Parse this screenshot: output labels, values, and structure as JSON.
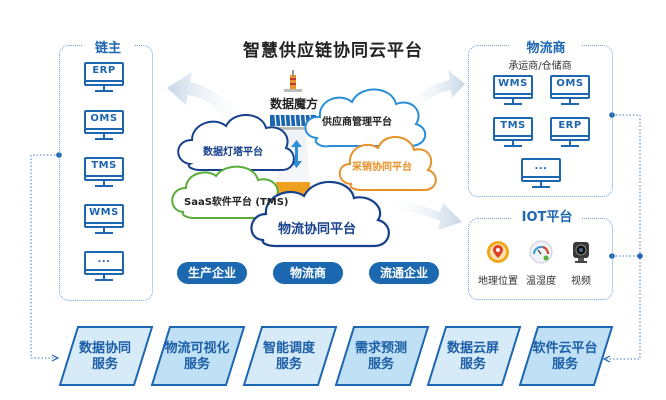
{
  "title": "智慧供应链协同云平台",
  "chain_owner": {
    "label": "链主",
    "systems": [
      "ERP",
      "OMS",
      "TMS",
      "WMS",
      "..."
    ]
  },
  "logistics_provider": {
    "label": "物流商",
    "sublabel": "承运商/仓储商",
    "systems": [
      "WMS",
      "OMS",
      "TMS",
      "ERP",
      "..."
    ]
  },
  "iot_platform": {
    "label": "IOT平台",
    "items": [
      {
        "label": "地理位置",
        "icon": "location-pin-icon"
      },
      {
        "label": "温湿度",
        "icon": "thermometer-gauge-icon"
      },
      {
        "label": "视频",
        "icon": "camera-icon"
      }
    ]
  },
  "center": {
    "tower_label": "数据魔方",
    "clouds": {
      "supplier": "供应商管理平台",
      "lighthouse": "数据灯塔平台",
      "purchase": "采销协同平台",
      "saas": "SaaS软件平台 (TMS)",
      "logistics": "物流协同平台"
    },
    "pills": [
      "生产企业",
      "物流商",
      "流通企业"
    ]
  },
  "services": [
    {
      "line1": "数据协同",
      "line2": "服务"
    },
    {
      "line1": "物流可视化",
      "line2": "服务"
    },
    {
      "line1": "智能调度",
      "line2": "服务"
    },
    {
      "line1": "需求预测",
      "line2": "服务"
    },
    {
      "line1": "数据云屏",
      "line2": "服务"
    },
    {
      "line1": "软件云平台",
      "line2": "服务"
    }
  ],
  "colors": {
    "primary": "#1d66b0",
    "cloud_navy": "#17418c",
    "cloud_blue": "#2a8fd6",
    "cloud_orange": "#e8922a",
    "cloud_green": "#5aad3c",
    "service_fill_light": "#d6eaf8",
    "service_fill_mid": "#bfe0f5"
  }
}
